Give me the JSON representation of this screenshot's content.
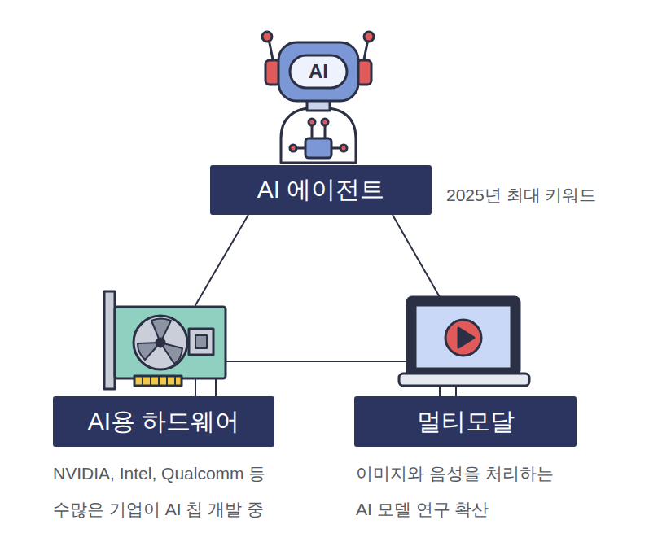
{
  "diagram": {
    "nodes": [
      {
        "text": [
          "AI 에이전트"
        ]
      },
      {
        "text": [
          "AI용 하드웨어"
        ]
      },
      {
        "text": [
          "멀티모달"
        ]
      }
    ],
    "edges": [
      {
        "from": 0,
        "to": 1,
        "arrow": "none"
      },
      {
        "from": 0,
        "to": 2,
        "arrow": "none"
      },
      {
        "from": 1,
        "to": 2,
        "arrow": "none"
      }
    ],
    "labels": [
      "AI",
      "2025년 최대 키워드",
      "NVIDIA, Intel, Qualcomm 등 수많은 기업이 AI 칩 개발 중",
      "이미지와 음성을 처리하는 AI 모델 연구 확산"
    ]
  }
}
